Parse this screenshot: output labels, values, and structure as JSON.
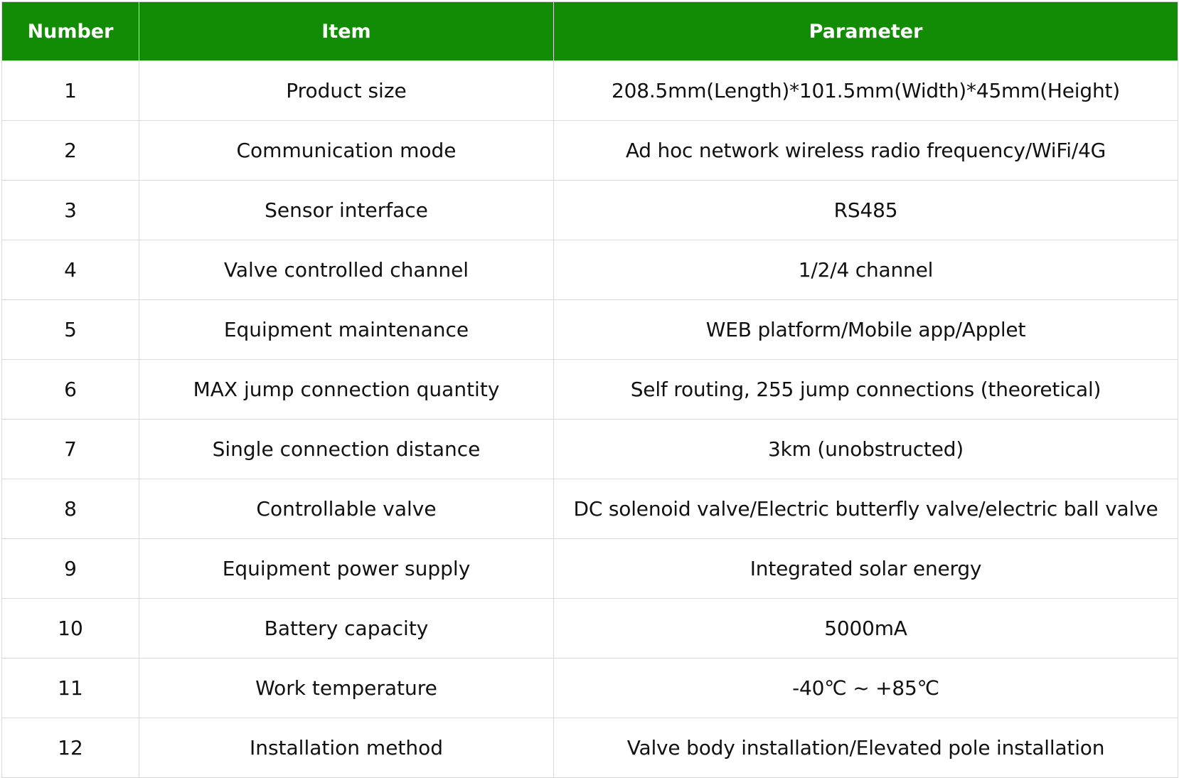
{
  "colors": {
    "header_bg": "#128c04",
    "header_text": "#ffffff",
    "grid_line": "#d9d9d9",
    "body_text": "#111111"
  },
  "table": {
    "headers": {
      "number": "Number",
      "item": "Item",
      "parameter": "Parameter"
    },
    "rows": [
      {
        "number": "1",
        "item": "Product size",
        "parameter": "208.5mm(Length)*101.5mm(Width)*45mm(Height)"
      },
      {
        "number": "2",
        "item": "Communication mode",
        "parameter": "Ad hoc network wireless radio frequency/WiFi/4G"
      },
      {
        "number": "3",
        "item": "Sensor interface",
        "parameter": "RS485"
      },
      {
        "number": "4",
        "item": "Valve controlled channel",
        "parameter": "1/2/4 channel"
      },
      {
        "number": "5",
        "item": "Equipment maintenance",
        "parameter": "WEB platform/Mobile app/Applet"
      },
      {
        "number": "6",
        "item": "MAX jump connection quantity",
        "parameter": "Self routing, 255 jump connections (theoretical)"
      },
      {
        "number": "7",
        "item": "Single connection distance",
        "parameter": "3km (unobstructed)"
      },
      {
        "number": "8",
        "item": "Controllable valve",
        "parameter": "DC solenoid valve/Electric butterfly valve/electric ball valve"
      },
      {
        "number": "9",
        "item": "Equipment power supply",
        "parameter": "Integrated solar energy"
      },
      {
        "number": "10",
        "item": "Battery capacity",
        "parameter": "5000mA"
      },
      {
        "number": "11",
        "item": "Work temperature",
        "parameter": "-40℃ ~ +85℃"
      },
      {
        "number": "12",
        "item": "Installation method",
        "parameter": "Valve body installation/Elevated pole installation"
      }
    ]
  }
}
